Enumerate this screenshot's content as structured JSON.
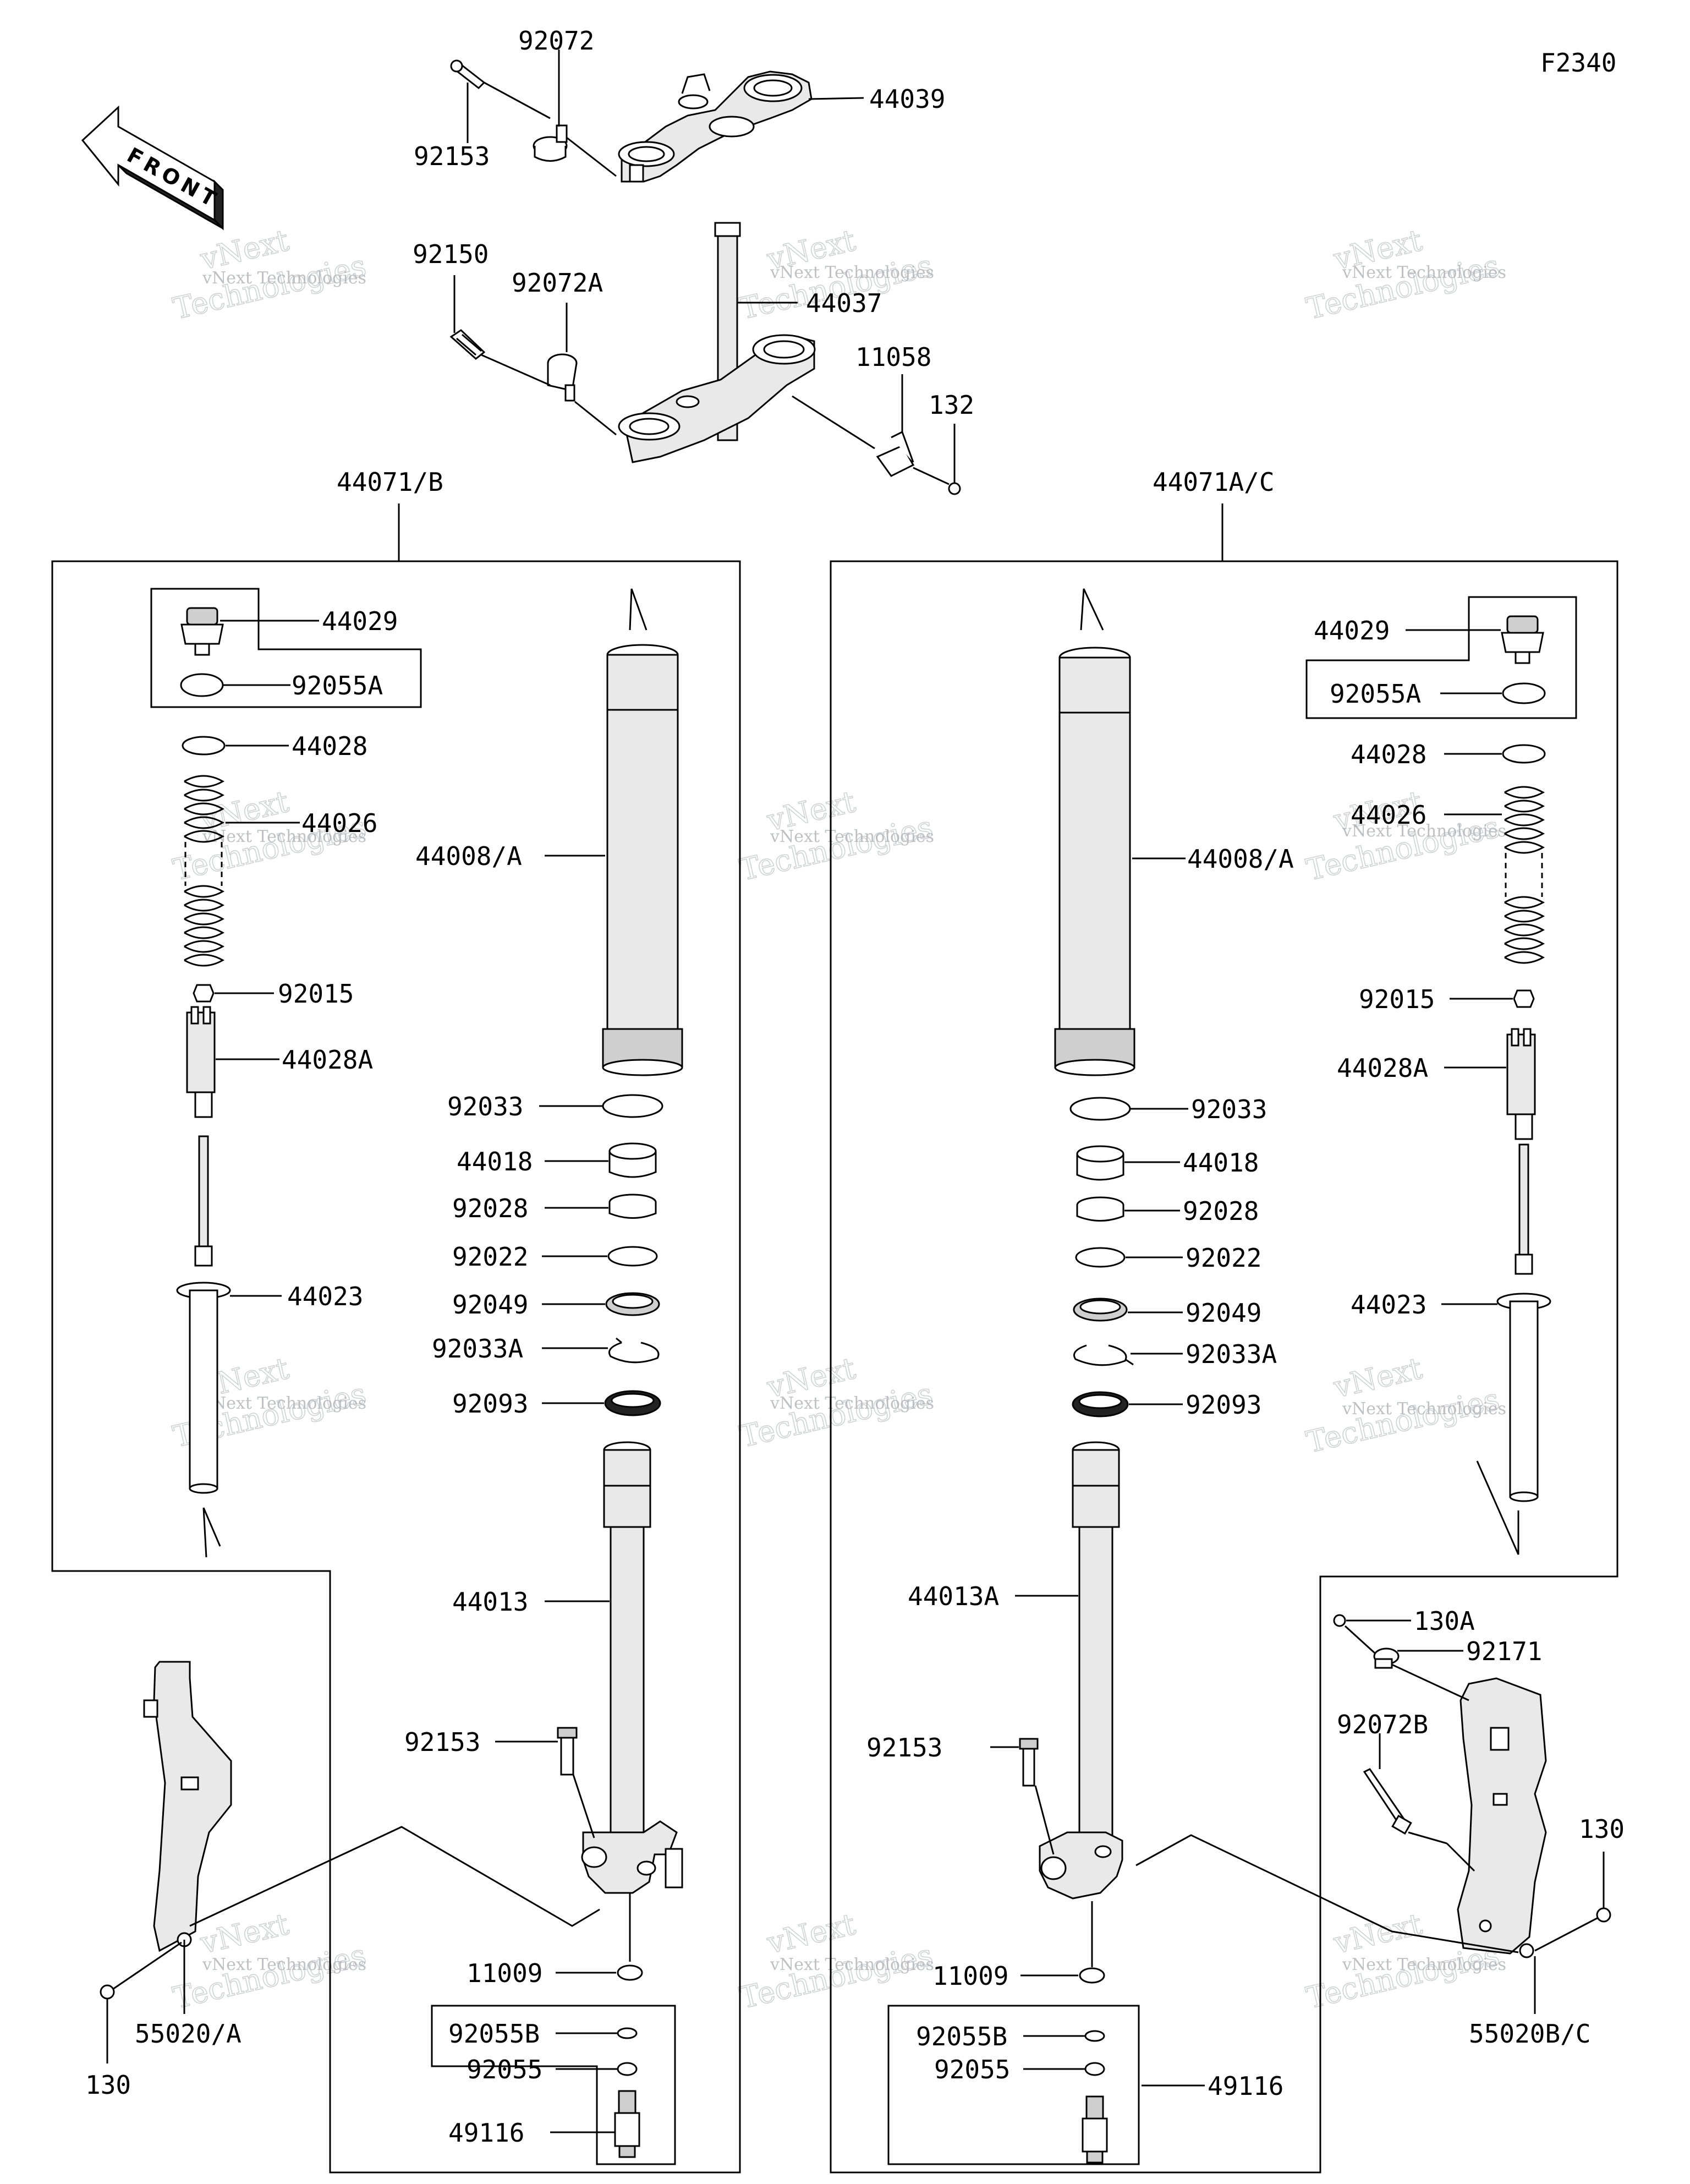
{
  "diagram_code": "F2340",
  "front_arrow_label": "FRONT",
  "watermark": {
    "brand": "vNext Technologies",
    "word": "Technologies",
    "logo": "vNext"
  },
  "assembly_labels": {
    "left": "44071/B",
    "right": "44071A/C"
  },
  "top_parts": {
    "p92072": "92072",
    "p92153": "92153",
    "p44039": "44039",
    "p92150": "92150",
    "p92072A": "92072A",
    "p44037": "44037",
    "p11058": "11058",
    "p132": "132"
  },
  "left_fork": {
    "p44029": "44029",
    "p92055A": "92055A",
    "p44028": "44028",
    "p44026": "44026",
    "p92015": "92015",
    "p44028A": "44028A",
    "p44023": "44023",
    "p44008A": "44008/A",
    "p92033": "92033",
    "p44018": "44018",
    "p92028": "92028",
    "p92022": "92022",
    "p92049": "92049",
    "p92033A": "92033A",
    "p92093": "92093",
    "p44013": "44013",
    "p92153": "92153",
    "p11009": "11009",
    "p92055B": "92055B",
    "p92055": "92055",
    "p49116": "49116",
    "p55020A": "55020/A",
    "p130": "130"
  },
  "right_fork": {
    "p44029": "44029",
    "p92055A": "92055A",
    "p44028": "44028",
    "p44026": "44026",
    "p92015": "92015",
    "p44028A": "44028A",
    "p44023": "44023",
    "p44008A": "44008/A",
    "p92033": "92033",
    "p44018": "44018",
    "p92028": "92028",
    "p92022": "92022",
    "p92049": "92049",
    "p92033A": "92033A",
    "p92093": "92093",
    "p44013A": "44013A",
    "p92153": "92153",
    "p11009": "11009",
    "p92055B": "92055B",
    "p92055": "92055",
    "p49116": "49116",
    "p130A": "130A",
    "p92171": "92171",
    "p92072B": "92072B",
    "p130": "130",
    "p55020BC": "55020B/C"
  }
}
